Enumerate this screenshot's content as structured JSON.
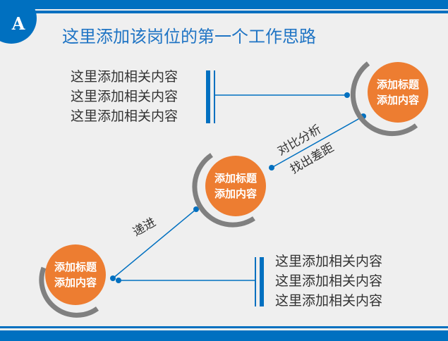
{
  "logo": "A",
  "title": "这里添加该岗位的第一个工作思路",
  "top_text": [
    "这里添加相关内容",
    "这里添加相关内容",
    "这里添加相关内容"
  ],
  "bottom_text": [
    "这里添加相关内容",
    "这里添加相关内容",
    "这里添加相关内容"
  ],
  "nodes": [
    {
      "title": "添加标题",
      "content": "添加内容"
    },
    {
      "title": "添加标题",
      "content": "添加内容"
    },
    {
      "title": "添加标题",
      "content": "添加内容"
    }
  ],
  "labels": {
    "progress": "递进",
    "compare1": "对比分析",
    "compare2": "找出差距"
  },
  "colors": {
    "blue": "#0070c0",
    "orange": "#ed7d31",
    "gray": "#808080"
  }
}
